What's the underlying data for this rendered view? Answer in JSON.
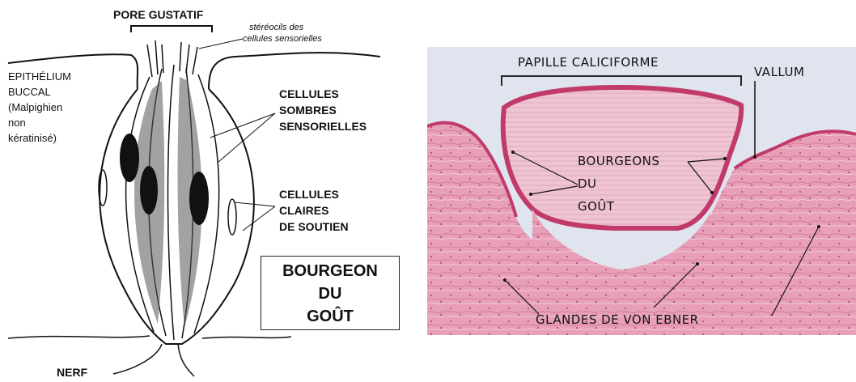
{
  "left": {
    "pore_label": "PORE GUSTATIF",
    "stereocils_line1": "stéréocils des",
    "stereocils_line2": "cellules sensorielles",
    "epithelium_line1": "EPITHÉLIUM",
    "epithelium_line2": "BUCCAL",
    "epithelium_line3": "(Malpighien",
    "epithelium_line4": "non",
    "epithelium_line5": "kératinisé)",
    "dark_cells_line1": "CELLULES",
    "dark_cells_line2": "SOMBRES",
    "dark_cells_line3": "SENSORIELLES",
    "clear_cells_line1": "CELLULES",
    "clear_cells_line2": "CLAIRES",
    "clear_cells_line3": "DE SOUTIEN",
    "box_line1": "BOURGEON",
    "box_line2": "DU",
    "box_line3": "GOÛT",
    "nerve_label": "NERF"
  },
  "right": {
    "papilla_label": "PAPILLE CALICIFORME",
    "vallum_label": "VALLUM",
    "buds_line1": "BOURGEONS",
    "buds_line2": "DU",
    "buds_line3": "GOÛT",
    "glands_label": "GLANDES DE VON EBNER"
  },
  "colors": {
    "tissue": "#e8a0b8",
    "tissue_dark": "#c23a6a",
    "background_light": "#dfe4ef"
  }
}
